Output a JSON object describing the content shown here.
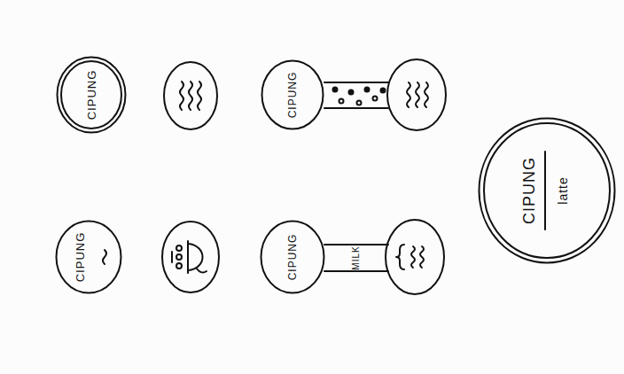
{
  "diagram": {
    "nodes": [
      {
        "text": [
          "CIPUNG"
        ]
      },
      {
        "text": [
          "CIPUNG"
        ]
      },
      {
        "text": [
          "CIPUNG"
        ]
      },
      {
        "text": [
          "CIPUNG"
        ]
      },
      {
        "text": [
          "MILK"
        ]
      },
      {
        "text": [
          "CIPUNG",
          "latte"
        ]
      }
    ]
  }
}
